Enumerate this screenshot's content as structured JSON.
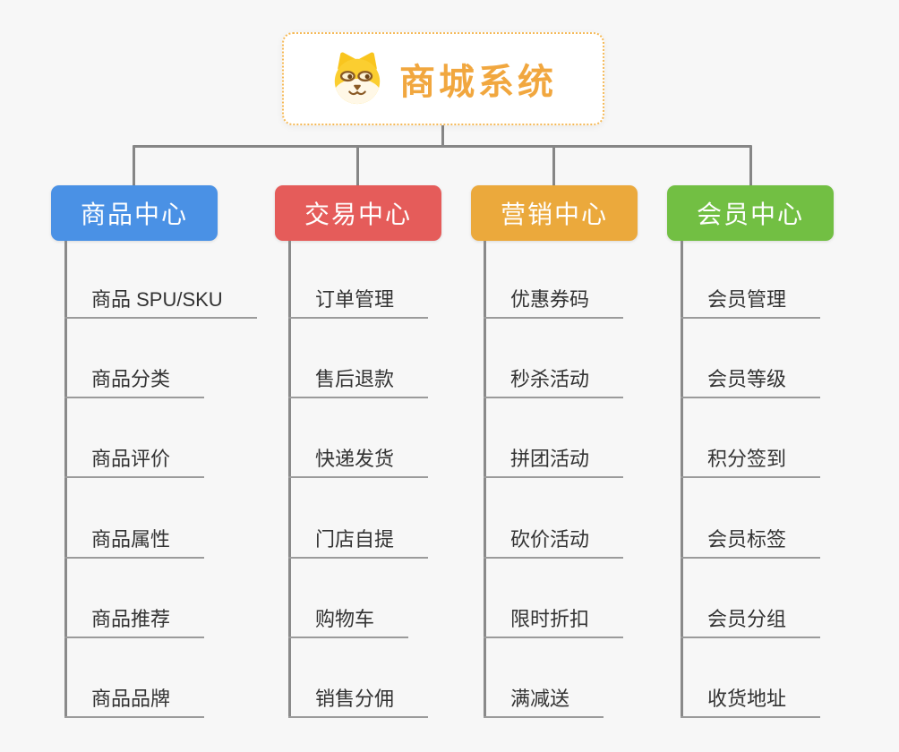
{
  "root_node": {
    "title": "商城系统",
    "icon": "doge-icon"
  },
  "branches": [
    {
      "label": "商品中心",
      "color": "#4A91E5",
      "items": [
        "商品 SPU/SKU",
        "商品分类",
        "商品评价",
        "商品属性",
        "商品推荐",
        "商品品牌"
      ]
    },
    {
      "label": "交易中心",
      "color": "#E55C5A",
      "items": [
        "订单管理",
        "售后退款",
        "快递发货",
        "门店自提",
        "购物车",
        "销售分佣"
      ]
    },
    {
      "label": "营销中心",
      "color": "#EBA93C",
      "items": [
        "优惠券码",
        "秒杀活动",
        "拼团活动",
        "砍价活动",
        "限时折扣",
        "满减送"
      ]
    },
    {
      "label": "会员中心",
      "color": "#72BF43",
      "items": [
        "会员管理",
        "会员等级",
        "积分签到",
        "会员标签",
        "会员分组",
        "收货地址"
      ]
    }
  ],
  "colors": {
    "background": "#F7F7F7",
    "connector": "#868686",
    "underline": "#9B9B9B",
    "leaf_text": "#333333",
    "header_text": "#FFFFFF",
    "root_title": "#F1A73F",
    "root_border": "#F5B957"
  }
}
